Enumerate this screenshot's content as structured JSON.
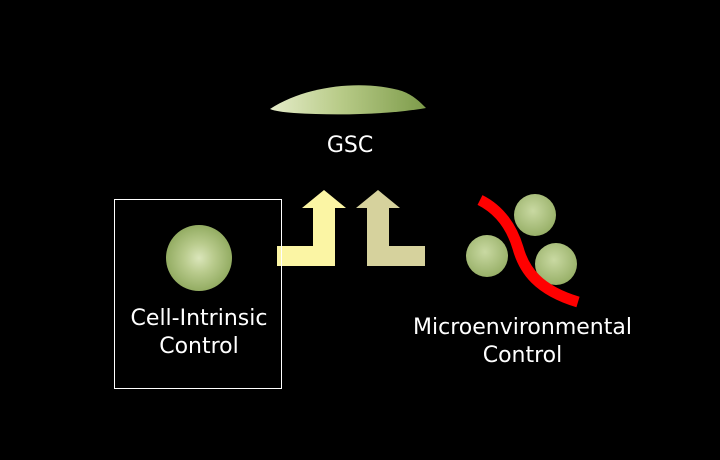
{
  "diagram": {
    "gsc": {
      "label": "GSC"
    },
    "cell_intrinsic": {
      "label_lines": [
        "Cell-Intrinsic",
        "Control"
      ]
    },
    "microenvironmental": {
      "label_lines": [
        "Microenvironmental",
        "Control"
      ]
    },
    "arrows": {
      "intrinsic_arrow": "up",
      "micro_arrow": "up"
    },
    "colors": {
      "background": "#000000",
      "text": "#ffffff",
      "box_border": "#ffffff",
      "cell_green": "#a9bd78",
      "arrow_left": "#fbf5a4",
      "arrow_right": "#d6d29d",
      "niche_curve": "#ff0000"
    }
  }
}
